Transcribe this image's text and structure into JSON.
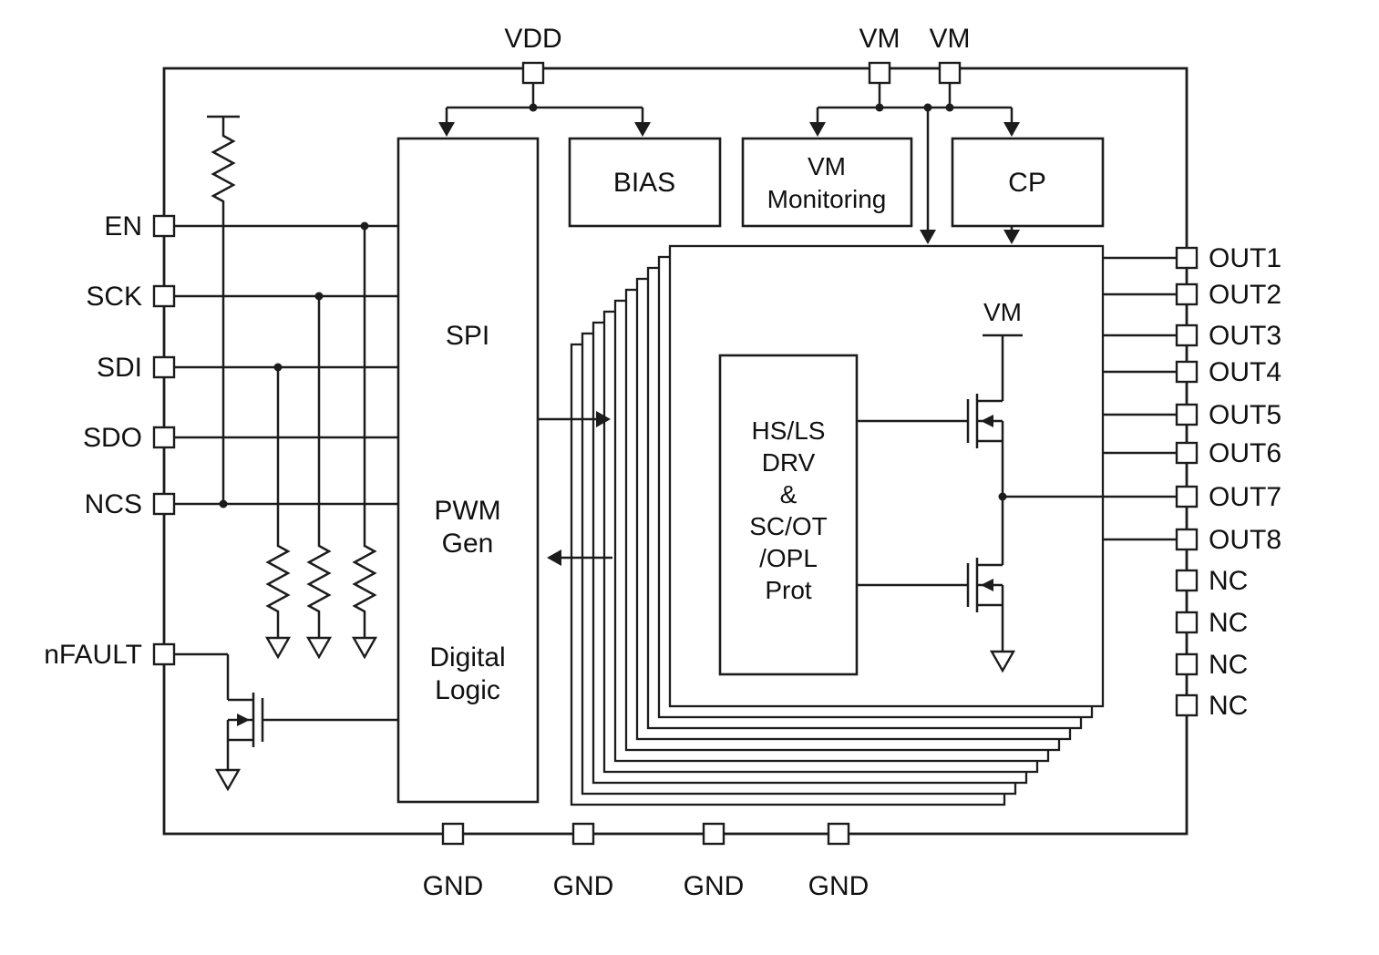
{
  "diagram": {
    "type": "ic-functional-block-diagram",
    "top_pins": {
      "vdd": "VDD",
      "vm_left": "VM",
      "vm_right": "VM"
    },
    "left_pins": {
      "en": "EN",
      "sck": "SCK",
      "sdi": "SDI",
      "sdo": "SDO",
      "ncs": "NCS",
      "nfault": "nFAULT"
    },
    "right_pins": {
      "out1": "OUT1",
      "out2": "OUT2",
      "out3": "OUT3",
      "out4": "OUT4",
      "out5": "OUT5",
      "out6": "OUT6",
      "out7": "OUT7",
      "out8": "OUT8",
      "nc1": "NC",
      "nc2": "NC",
      "nc3": "NC",
      "nc4": "NC"
    },
    "bottom_pins": {
      "gnd1": "GND",
      "gnd2": "GND",
      "gnd3": "GND",
      "gnd4": "GND"
    },
    "blocks": {
      "spi_label": "SPI",
      "pwm_gen_line1": "PWM",
      "pwm_gen_line2": "Gen",
      "digital_logic_line1": "Digital",
      "digital_logic_line2": "Logic",
      "bias_label": "BIAS",
      "vm_monitoring_line1": "VM",
      "vm_monitoring_line2": "Monitoring",
      "cp_label": "CP",
      "drv_line1": "HS/LS",
      "drv_line2": "DRV",
      "drv_line3": "&",
      "drv_line4": "SC/OT",
      "drv_line5": "/OPL",
      "drv_line6": "Prot",
      "vm_rail_label": "VM"
    },
    "colors": {
      "line": "#1c1c1c",
      "text": "#111111",
      "background": "#ffffff"
    }
  }
}
